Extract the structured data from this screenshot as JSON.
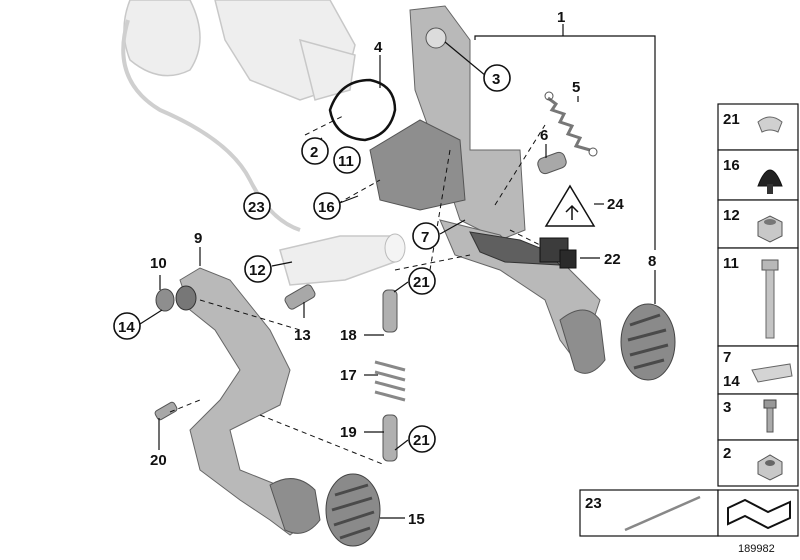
{
  "diagram": {
    "callouts": {
      "c1": "1",
      "c2": "2",
      "c3": "3",
      "c4": "4",
      "c5": "5",
      "c6": "6",
      "c7": "7",
      "c8": "8",
      "c9": "9",
      "c10": "10",
      "c11": "11",
      "c12": "12",
      "c13": "13",
      "c14": "14",
      "c15": "15",
      "c16": "16",
      "c17": "17",
      "c18": "18",
      "c19": "19",
      "c20": "20",
      "c21a": "21",
      "c21b": "21",
      "c22": "22",
      "c23": "23",
      "c24": "24"
    },
    "legend": {
      "l21": "21",
      "l16": "16",
      "l12": "12",
      "l11": "11",
      "l7": "7",
      "l14": "14",
      "l3": "3",
      "l2": "2",
      "l23": "23"
    },
    "reference_number": "189982"
  }
}
